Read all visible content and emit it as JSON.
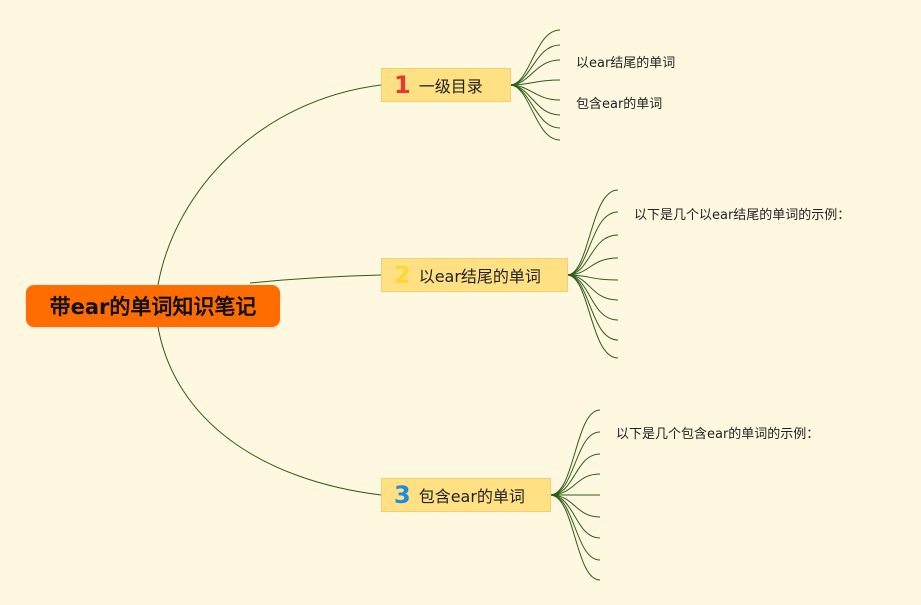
{
  "root": {
    "label": "带ear的单词知识笔记"
  },
  "branches": [
    {
      "number": "1",
      "label": "一级目录",
      "number_color": "#e53935"
    },
    {
      "number": "2",
      "label": "以ear结尾的单词",
      "number_color": "#fdd835"
    },
    {
      "number": "3",
      "label": "包含ear的单词",
      "number_color": "#1e88e5"
    }
  ],
  "leaves": {
    "b1": [
      "以ear结尾的单词",
      "包含ear的单词"
    ],
    "b2": [
      "以下是几个以ear结尾的单词的示例："
    ],
    "b3": [
      "以下是几个包含ear的单词的示例："
    ]
  },
  "colors": {
    "background": "#fff8e1",
    "root_fill": "#ff6d00",
    "branch_fill": "#ffe082",
    "connector": "#2e5d1a"
  }
}
